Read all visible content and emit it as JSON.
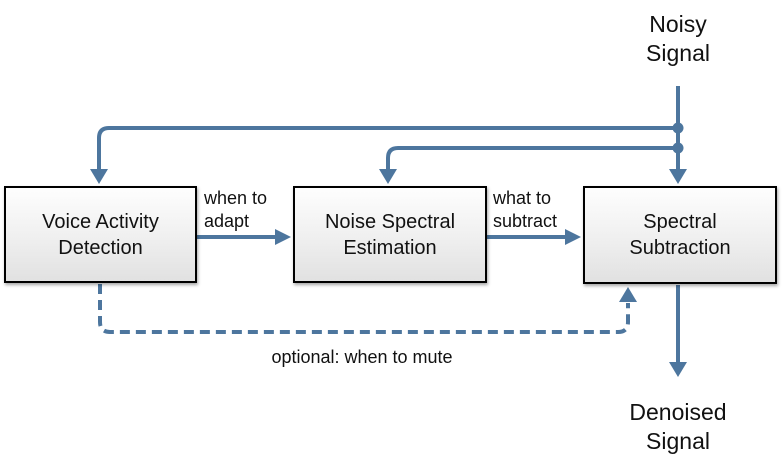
{
  "diagram": {
    "input_signal": "Noisy\nSignal",
    "output_signal": "Denoised\nSignal",
    "nodes": {
      "vad": "Voice Activity\nDetection",
      "nse": "Noise Spectral\nEstimation",
      "ss": "Spectral\nSubtraction"
    },
    "edge_labels": {
      "when_to_adapt": "when to\nadapt",
      "what_to_subtract": "what to\nsubtract",
      "optional_mute": "optional: when to mute"
    },
    "colors": {
      "connector": "#4d769e",
      "box_border": "#000000",
      "box_fill_top": "#fefefe",
      "box_fill_bottom": "#e1e1e1",
      "text": "#111111",
      "background": "#ffffff"
    }
  }
}
